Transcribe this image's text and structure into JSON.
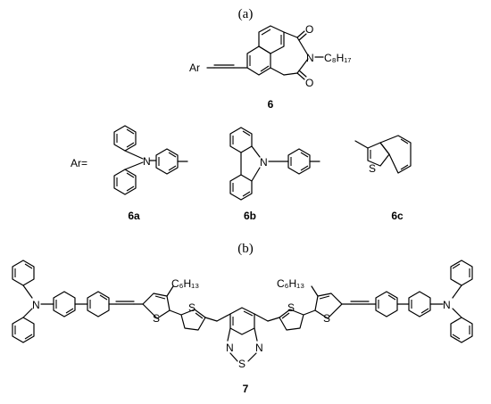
{
  "panels": {
    "a": "(a)",
    "b": "(b)"
  },
  "atoms": {
    "ar": "Ar",
    "ar_eq": "Ar=",
    "n": "N",
    "o": "O",
    "s": "S",
    "c8h17": "C₈H₁₇",
    "c6h13": "C₆H₁₃"
  },
  "compounds": {
    "c6": "6",
    "c6a": "6a",
    "c6b": "6b",
    "c6c": "6c",
    "c7": "7"
  }
}
